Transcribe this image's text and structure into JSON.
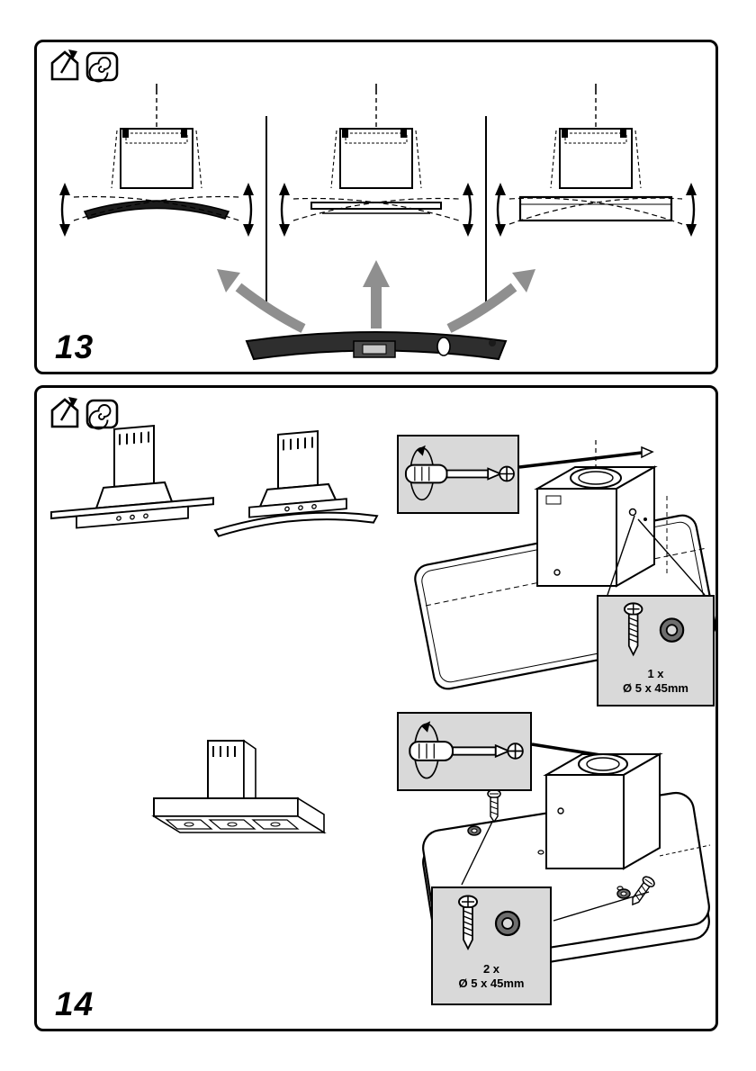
{
  "page": {
    "type": "appliance-installation-manual-page",
    "background": "#ffffff"
  },
  "colors": {
    "line": "#000000",
    "panel_border": "#000000",
    "callout_background": "#d9d9d9",
    "arrow_gray": "#8f8f8f",
    "glass_dark": "#2e2e2e",
    "washer_gray": "#6e6e6e"
  },
  "steps": [
    {
      "number": "13",
      "mode_icons": [
        {
          "name": "ducted-extraction-mode-icon"
        },
        {
          "name": "recirculation-mode-icon"
        }
      ],
      "illustrations": [
        "curved-glass-hood-alignment",
        "flat-glass-hood-alignment",
        "box-hood-alignment",
        "glass-visor-with-center-bracket",
        "three-gray-direction-arrows"
      ]
    },
    {
      "number": "14",
      "mode_icons": [
        {
          "name": "ducted-extraction-mode-icon"
        },
        {
          "name": "recirculation-mode-icon"
        }
      ],
      "tools": [
        {
          "name": "phillips-screwdriver-icon"
        }
      ],
      "callouts": [
        {
          "quantity": "1 x",
          "spec": "Ø 5 x 45mm",
          "items": [
            "wood-screw-icon",
            "washer-icon"
          ]
        },
        {
          "quantity": "2 x",
          "spec": "Ø 5 x 45mm",
          "items": [
            "wood-screw-icon",
            "washer-icon"
          ]
        }
      ],
      "illustrations": [
        "flat-glass-wall-hood",
        "curved-glass-wall-hood",
        "box-island-hood",
        "motor-unit-on-glass-panel-single-screw",
        "motor-unit-on-panel-two-screws"
      ]
    }
  ]
}
